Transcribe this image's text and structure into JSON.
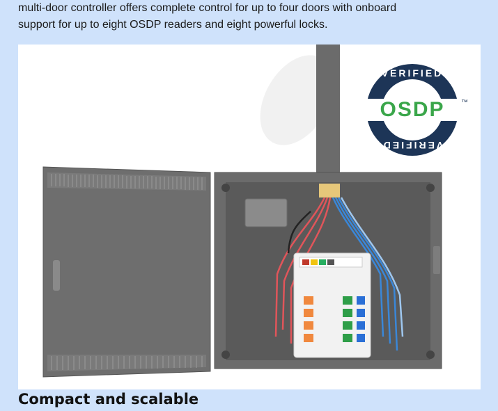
{
  "intro": {
    "line1": "multi-door controller offers complete control for up to four doors with onboard",
    "line2": "support for up to eight OSDP readers and eight powerful locks."
  },
  "figure": {
    "badge": {
      "top_text": "VERIFIED",
      "center_text": "OSDP",
      "tm": "™",
      "bottom_text": "VERIFIED"
    }
  },
  "section": {
    "heading": "Compact and scalable"
  },
  "colors": {
    "page_bg": "#cfe2fb",
    "badge_navy": "#1d3557",
    "badge_green": "#3aa64a",
    "enclosure_gray": "#6b6b6b",
    "wire_red": "#e0555a",
    "wire_blue": "#3a87d8"
  }
}
